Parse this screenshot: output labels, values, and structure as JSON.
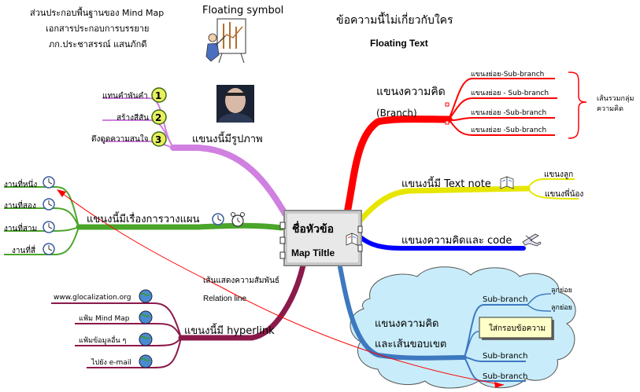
{
  "header": {
    "info_line1": "ส่วนประกอบพื้นฐานของ Mind Map",
    "info_line2": "เอกสารประกอบการบรรยาย",
    "info_line3": "ภก.ประชาสรรณ์ แสนภักดี",
    "floating_symbol": "Floating symbol",
    "floating_text_thai": "ข้อความนี้ไม่เกี่ยวกับใคร",
    "floating_text": "Floating Text"
  },
  "central": {
    "title_thai": "ชื่อหัวข้อ",
    "title": "Map Tiltle"
  },
  "branches": {
    "branch_red": {
      "label": "แขนงความคิด",
      "sub_label": "(Branch)"
    },
    "red_subs": [
      "แขนงย่อย-Sub-branch",
      "แขนงย่อย - Sub-branch",
      "แขนงย่อย -Sub-branch",
      "แขนงย่อย -Sub-branch"
    ],
    "group_note": {
      "line1": "เส้นรวมกลุ่ม",
      "line2": "ความคิด"
    },
    "branch_yellow": {
      "label": "แขนงนี้มี Text note"
    },
    "yellow_subs": [
      "แขนงลูก",
      "แขนงพี่น้อง"
    ],
    "branch_blue": {
      "label": "แขนงความคิดและ code"
    },
    "branch_cloud": {
      "line1": "แขนงความคิด",
      "line2": "และเส้นขอบเขต"
    },
    "cloud_subs": [
      "Sub-branch",
      "Sub-branch",
      "Sub-branch"
    ],
    "cloud_leaves": [
      "ลูกย่อย",
      "ลูกย่อย"
    ],
    "boundary_box": "ใส่กรอบข้อความ",
    "branch_picture": {
      "label": "แขนงนี้มีรูปภาพ"
    },
    "picture_subs": [
      "แทนคำพันคำ",
      "สร้างสีสัน",
      "ดึงดูดความสนใจ"
    ],
    "picture_nums": [
      "1",
      "2",
      "3"
    ],
    "branch_plan": {
      "label": "แขนงนี้มีเรื่องการวางแผน"
    },
    "plan_subs": [
      "งานที่หนึ่ง",
      "งานที่สอง",
      "งานที่สาม",
      "งานที่สี่"
    ],
    "branch_link": {
      "label": "แขนงนี้มี hyperlink"
    },
    "link_subs": [
      "www.glocalization.org",
      "แฟ้ม Mind Map",
      "แฟ้มข้อมูลอื่น ๆ",
      "ไปยัง e-mail"
    ],
    "relation": {
      "line1": "เส้นแสดงความสัมพันธ์",
      "line2": "Relation line"
    }
  },
  "colors": {
    "red": "#ff0000",
    "yellow": "#e6e600",
    "blue": "#0000ff",
    "steel": "#3d78c0",
    "violet": "#d080e0",
    "green": "#4aa52a",
    "maroon": "#8b1a4a",
    "cloud": "#c8ecfa"
  }
}
